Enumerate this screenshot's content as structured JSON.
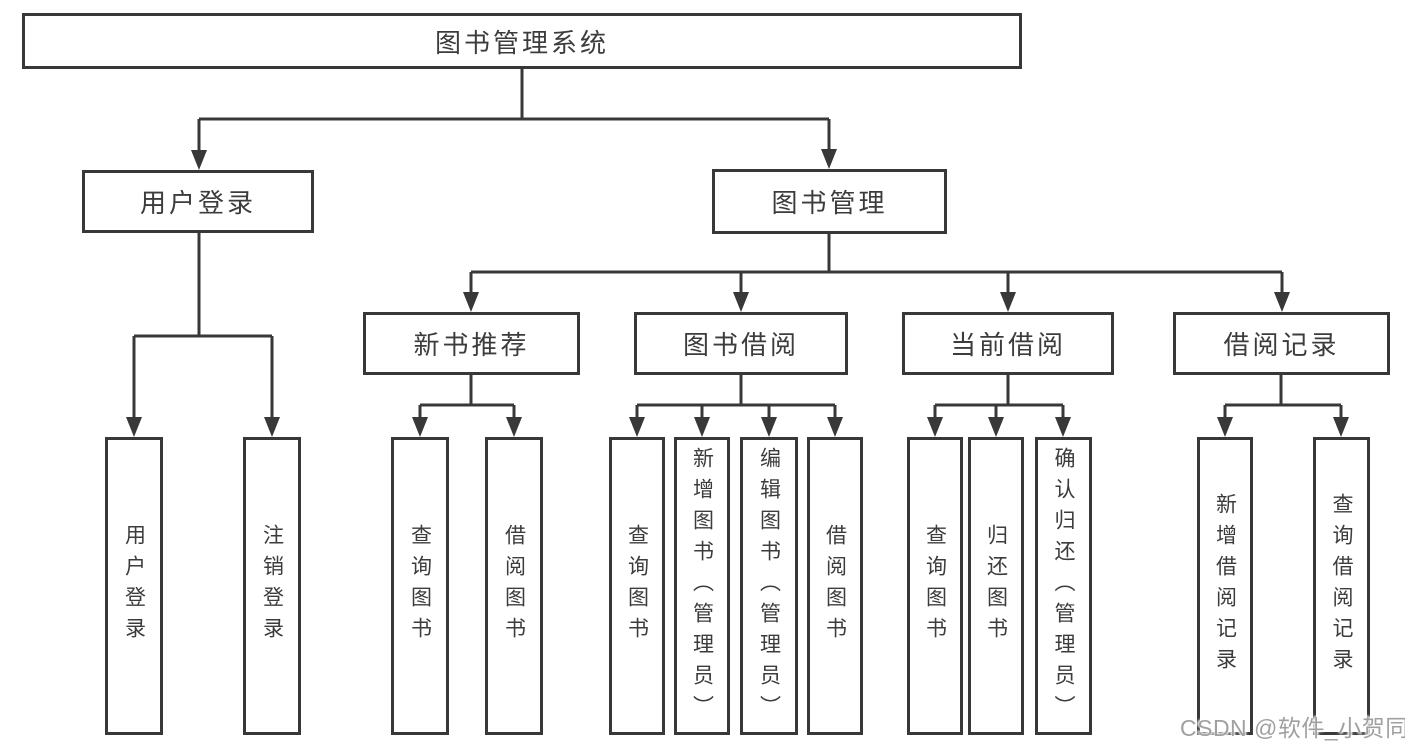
{
  "tree": {
    "label": "图书管理系统",
    "children": [
      {
        "label": "用户登录",
        "children": [
          {
            "label": "用户登录"
          },
          {
            "label": "注销登录"
          }
        ]
      },
      {
        "label": "图书管理",
        "children": [
          {
            "label": "新书推荐",
            "children": [
              {
                "label": "查询图书"
              },
              {
                "label": "借阅图书"
              }
            ]
          },
          {
            "label": "图书借阅",
            "children": [
              {
                "label": "查询图书"
              },
              {
                "label": "新增图书（管理员）"
              },
              {
                "label": "编辑图书（管理员）"
              },
              {
                "label": "借阅图书"
              }
            ]
          },
          {
            "label": "当前借阅",
            "children": [
              {
                "label": "查询图书"
              },
              {
                "label": "归还图书"
              },
              {
                "label": "确认归还（管理员）"
              }
            ]
          },
          {
            "label": "借阅记录",
            "children": [
              {
                "label": "新增借阅记录"
              },
              {
                "label": "查询借阅记录"
              }
            ]
          }
        ]
      }
    ]
  },
  "watermark": {
    "text": "CSDN @软件_小贺同学"
  },
  "colors": {
    "line": "#383838",
    "box_border": "#383838",
    "text": "#3c3c3c",
    "watermark": "#a0a0a0",
    "background": "#ffffff"
  }
}
